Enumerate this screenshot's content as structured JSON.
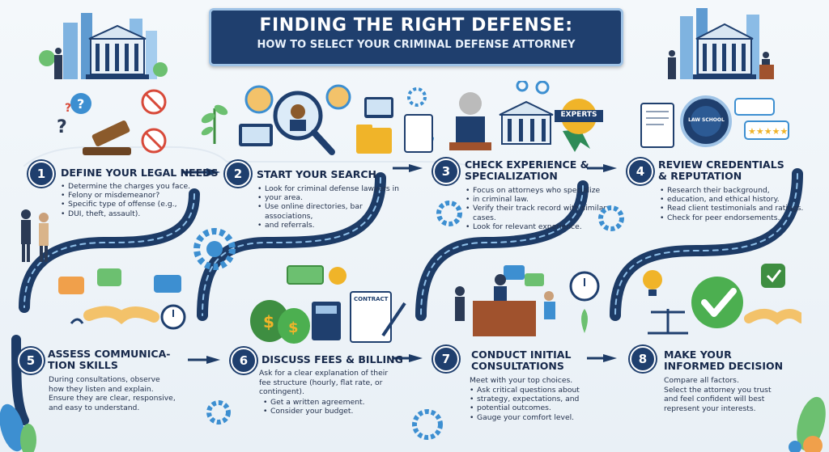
{
  "title": {
    "line1": "FINDING THE RIGHT DEFENSE:",
    "line2": "HOW TO SELECT YOUR CRIMINAL DEFENSE ATTORNEY"
  },
  "badges": {
    "b1": "1",
    "b2": "2",
    "b3": "3",
    "b4": "4",
    "b5": "5",
    "b6": "6",
    "b7": "7",
    "b8": "8"
  },
  "step1": {
    "title": "DEFINE YOUR LEGAL NEEDS",
    "bullets": [
      "Determine the charges you face.",
      "Felony or misdemeanor?",
      "Specific type of offense (e.g.,",
      "DUI, theft, assault)."
    ]
  },
  "step2": {
    "title": "START YOUR SEARCH",
    "bullets": [
      "Look for criminal defense lawyers in",
      "your area.",
      "Use online directories, bar associations,",
      "and referrals."
    ]
  },
  "step3": {
    "title_line1": "CHECK EXPERIENCE &",
    "title_line2": "SPECIALIZATION",
    "bullets": [
      "Focus on attorneys who specialize",
      "in criminal law.",
      "Verify their track record with similar cases.",
      "Look for relevant experience."
    ],
    "badge_text": "EXPERTS"
  },
  "step4": {
    "title_line1": "REVIEW CREDENTIALS",
    "title_line2": "& REPUTATION",
    "bullets": [
      "Research their background,",
      "education, and ethical history.",
      "Read client testimonials and ratings.",
      "Check for peer endorsements."
    ],
    "seal_text": "LAW SCHOOL"
  },
  "step5": {
    "title_line1": "ASSESS COMMUNICA-",
    "title_line2": "TION SKILLS",
    "lines": [
      "During consultations, observe",
      "how they listen and explain.",
      "Ensure they are clear, responsive,",
      "and easy to understand."
    ]
  },
  "step6": {
    "title": "DISCUSS FEES & BILLING",
    "lines": [
      "Ask for a clear explanation of their",
      "fee structure (hourly, flat rate, or",
      "contingent)."
    ],
    "bullets": [
      "Get a written agreement.",
      "Consider your budget."
    ],
    "contract_text": "CONTRACT"
  },
  "step7": {
    "title_line1": "CONDUCT INITIAL",
    "title_line2": "CONSULTATIONS",
    "lines": [
      "Meet with your top choices."
    ],
    "bullets": [
      "Ask critical questions about",
      "strategy, expectations, and",
      "potential outcomes.",
      "Gauge your comfort level."
    ]
  },
  "step8": {
    "title_line1": "MAKE YOUR",
    "title_line2": "INFORMED DECISION",
    "lines": [
      "Compare all factors.",
      "Select the attorney you trust",
      "and feel confident will best",
      "represent your interests."
    ]
  },
  "colors": {
    "navy": "#1f3f6e",
    "road": "#1d3b66",
    "accent": "#3d8fd1",
    "green": "#4caf50",
    "gold": "#f0b429"
  }
}
